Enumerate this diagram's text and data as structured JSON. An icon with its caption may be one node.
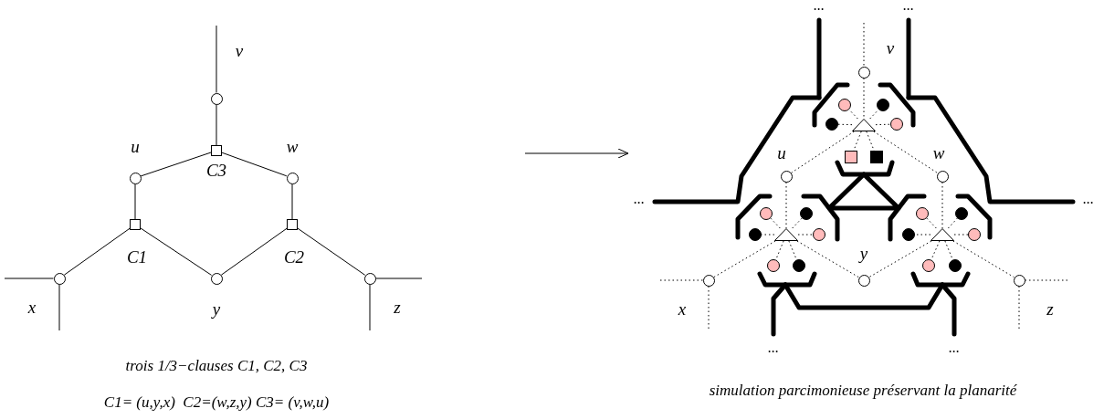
{
  "diagram": {
    "nodes": [
      {
        "text": [],
        "shape": "circle",
        "beside": [
          "v"
        ]
      },
      {
        "text": [],
        "shape": "box",
        "beside": [
          "C3"
        ]
      },
      {
        "text": [],
        "shape": "circle",
        "beside": [
          "u"
        ]
      },
      {
        "text": [],
        "shape": "circle",
        "beside": [
          "w"
        ]
      },
      {
        "text": [],
        "shape": "box",
        "beside": [
          "C1"
        ]
      },
      {
        "text": [],
        "shape": "box",
        "beside": [
          "C2"
        ]
      },
      {
        "text": [],
        "shape": "circle",
        "beside": [
          "x"
        ]
      },
      {
        "text": [],
        "shape": "circle",
        "beside": [
          "y"
        ]
      },
      {
        "text": [],
        "shape": "circle",
        "beside": [
          "z"
        ]
      },
      {
        "text": [],
        "shape": "circle",
        "beside": [
          "v"
        ]
      },
      {
        "text": [],
        "shape": "triangle"
      },
      {
        "text": [],
        "shape": "circle"
      },
      {
        "text": [],
        "shape": "circle"
      },
      {
        "text": [],
        "shape": "circle"
      },
      {
        "text": [],
        "shape": "circle"
      },
      {
        "text": [],
        "shape": "box"
      },
      {
        "text": [],
        "shape": "box"
      },
      {
        "text": [],
        "shape": "circle",
        "beside": [
          "u"
        ]
      },
      {
        "text": [],
        "shape": "circle",
        "beside": [
          "w"
        ]
      },
      {
        "text": [],
        "shape": "triangle"
      },
      {
        "text": [],
        "shape": "circle"
      },
      {
        "text": [],
        "shape": "circle"
      },
      {
        "text": [],
        "shape": "circle"
      },
      {
        "text": [],
        "shape": "circle"
      },
      {
        "text": [],
        "shape": "circle"
      },
      {
        "text": [],
        "shape": "circle"
      },
      {
        "text": [],
        "shape": "triangle"
      },
      {
        "text": [],
        "shape": "circle"
      },
      {
        "text": [],
        "shape": "circle"
      },
      {
        "text": [],
        "shape": "circle"
      },
      {
        "text": [],
        "shape": "circle"
      },
      {
        "text": [],
        "shape": "circle"
      },
      {
        "text": [],
        "shape": "circle"
      },
      {
        "text": [],
        "shape": "circle",
        "beside": [
          "x"
        ]
      },
      {
        "text": [],
        "shape": "circle",
        "beside": [
          "y"
        ]
      },
      {
        "text": [],
        "shape": "circle",
        "beside": [
          "z"
        ]
      }
    ],
    "edges": [
      {
        "from": null,
        "to": 0,
        "arrow": "none"
      },
      {
        "from": 0,
        "to": 1,
        "arrow": "none"
      },
      {
        "from": 1,
        "to": 2,
        "arrow": "none"
      },
      {
        "from": 1,
        "to": 3,
        "arrow": "none"
      },
      {
        "from": 2,
        "to": 4,
        "arrow": "none"
      },
      {
        "from": 3,
        "to": 5,
        "arrow": "none"
      },
      {
        "from": 4,
        "to": 6,
        "arrow": "none"
      },
      {
        "from": 4,
        "to": 7,
        "arrow": "none"
      },
      {
        "from": 5,
        "to": 7,
        "arrow": "none"
      },
      {
        "from": 5,
        "to": 8,
        "arrow": "none"
      },
      {
        "from": 6,
        "to": null,
        "arrow": "none"
      },
      {
        "from": 6,
        "to": null,
        "arrow": "none"
      },
      {
        "from": 8,
        "to": null,
        "arrow": "none"
      },
      {
        "from": 8,
        "to": null,
        "arrow": "none"
      },
      {
        "from": null,
        "to": 9,
        "arrow": "none",
        "style": "dashed"
      },
      {
        "from": 9,
        "to": 10,
        "arrow": "none",
        "style": "dashed"
      },
      {
        "from": 10,
        "to": 11,
        "arrow": "none",
        "style": "dashed"
      },
      {
        "from": 10,
        "to": 12,
        "arrow": "none",
        "style": "dashed"
      },
      {
        "from": 10,
        "to": 13,
        "arrow": "none",
        "style": "dashed"
      },
      {
        "from": 10,
        "to": 14,
        "arrow": "none",
        "style": "dashed"
      },
      {
        "from": 10,
        "to": 15,
        "arrow": "none",
        "style": "dashed"
      },
      {
        "from": 10,
        "to": 16,
        "arrow": "none",
        "style": "dashed"
      },
      {
        "from": 10,
        "to": 17,
        "arrow": "none",
        "style": "dashed"
      },
      {
        "from": 10,
        "to": 18,
        "arrow": "none",
        "style": "dashed"
      },
      {
        "from": 17,
        "to": 19,
        "arrow": "none",
        "style": "dashed"
      },
      {
        "from": 18,
        "to": 26,
        "arrow": "none",
        "style": "dashed"
      },
      {
        "from": 19,
        "to": 20,
        "arrow": "none",
        "style": "dashed"
      },
      {
        "from": 19,
        "to": 21,
        "arrow": "none",
        "style": "dashed"
      },
      {
        "from": 19,
        "to": 22,
        "arrow": "none",
        "style": "dashed"
      },
      {
        "from": 19,
        "to": 23,
        "arrow": "none",
        "style": "dashed"
      },
      {
        "from": 19,
        "to": 24,
        "arrow": "none",
        "style": "dashed"
      },
      {
        "from": 19,
        "to": 25,
        "arrow": "none",
        "style": "dashed"
      },
      {
        "from": 26,
        "to": 27,
        "arrow": "none",
        "style": "dashed"
      },
      {
        "from": 26,
        "to": 28,
        "arrow": "none",
        "style": "dashed"
      },
      {
        "from": 26,
        "to": 29,
        "arrow": "none",
        "style": "dashed"
      },
      {
        "from": 26,
        "to": 30,
        "arrow": "none",
        "style": "dashed"
      },
      {
        "from": 26,
        "to": 31,
        "arrow": "none",
        "style": "dashed"
      },
      {
        "from": 26,
        "to": 32,
        "arrow": "none",
        "style": "dashed"
      },
      {
        "from": 19,
        "to": 33,
        "arrow": "none",
        "style": "dashed"
      },
      {
        "from": 19,
        "to": 34,
        "arrow": "none",
        "style": "dashed"
      },
      {
        "from": 26,
        "to": 34,
        "arrow": "none",
        "style": "dashed"
      },
      {
        "from": 26,
        "to": 35,
        "arrow": "none",
        "style": "dashed"
      },
      {
        "from": 33,
        "to": null,
        "arrow": "none",
        "style": "dashed"
      },
      {
        "from": 33,
        "to": null,
        "arrow": "none",
        "style": "dashed"
      },
      {
        "from": 35,
        "to": null,
        "arrow": "none",
        "style": "dashed"
      },
      {
        "from": 35,
        "to": null,
        "arrow": "none",
        "style": "dashed"
      }
    ],
    "labels": [
      "...",
      "...",
      "...",
      "...",
      "...",
      "...",
      "trois 1/3−clauses C1, C2, C3",
      "simulation parcimonieuse préservant la planarité",
      "C1= (u,y,x)  C2=(w,z,y) C3= (v,w,u)"
    ]
  }
}
